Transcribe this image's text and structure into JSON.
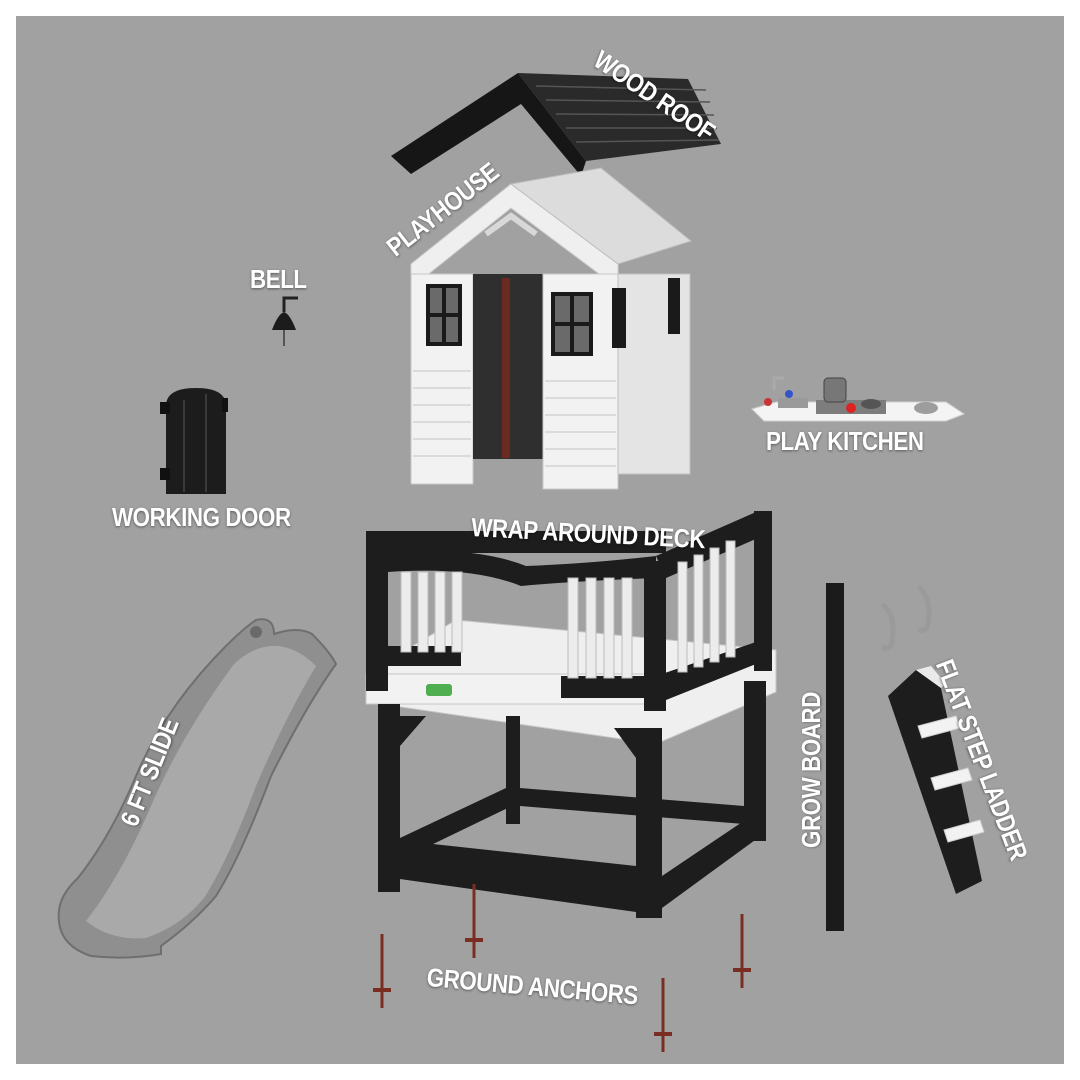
{
  "labels": {
    "wood_roof": "WOOD ROOF",
    "playhouse": "PLAYHOUSE",
    "bell": "BELL",
    "play_kitchen": "PLAY KITCHEN",
    "working_door": "WORKING DOOR",
    "wrap_around_deck": "WRAP AROUND DECK",
    "slide": "6 FT SLIDE",
    "grow_board": "GROW BOARD",
    "flat_step_ladder": "FLAT STEP LADDER",
    "ground_anchors": "GROUND ANCHORS"
  },
  "colors": {
    "background": "#a1a1a1",
    "wood_black": "#1e1e1e",
    "wood_white": "#f2f2f2",
    "slide_grey": "#8f8f8f",
    "anchor_rust": "#7a2e22"
  }
}
